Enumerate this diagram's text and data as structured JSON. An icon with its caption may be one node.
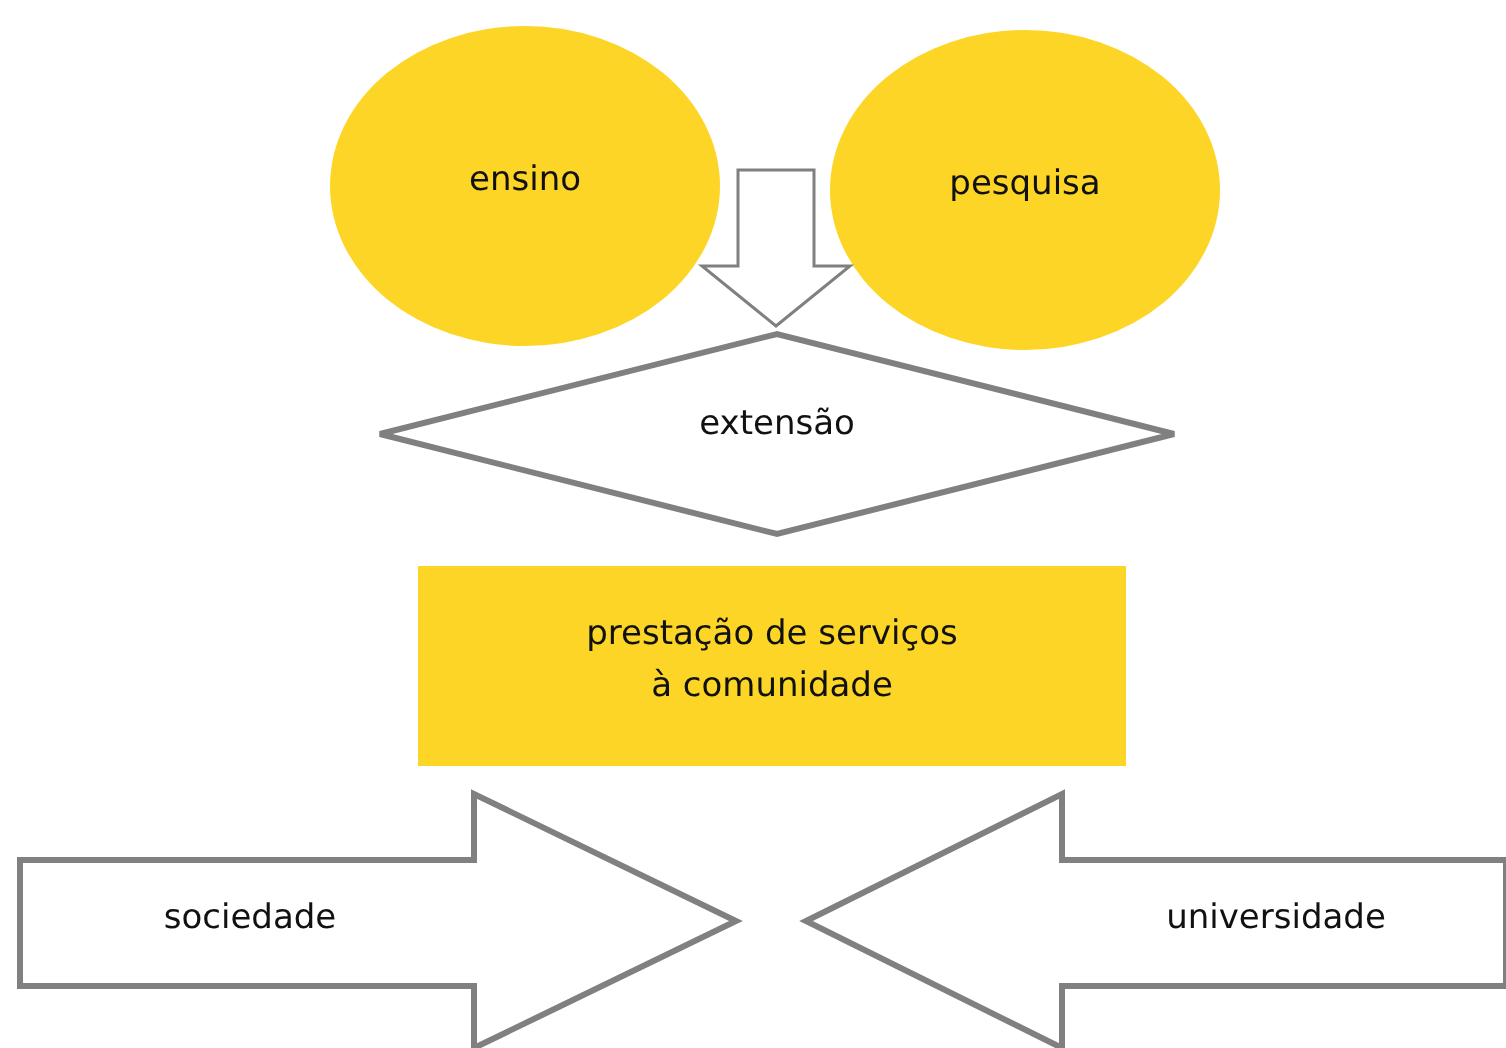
{
  "diagram": {
    "nodes": [
      {
        "text": [
          "ensino"
        ]
      },
      {
        "text": [
          "pesquisa"
        ]
      },
      {
        "text": [
          "extensão"
        ]
      },
      {
        "text": [
          "prestação de serviços à comunidade"
        ]
      },
      {
        "text": [
          "sociedade"
        ]
      },
      {
        "text": [
          "universidade"
        ]
      }
    ],
    "edges": [
      {
        "from": 0,
        "to": 2,
        "arrow": "to"
      },
      {
        "from": 1,
        "to": 2,
        "arrow": "to"
      }
    ]
  }
}
